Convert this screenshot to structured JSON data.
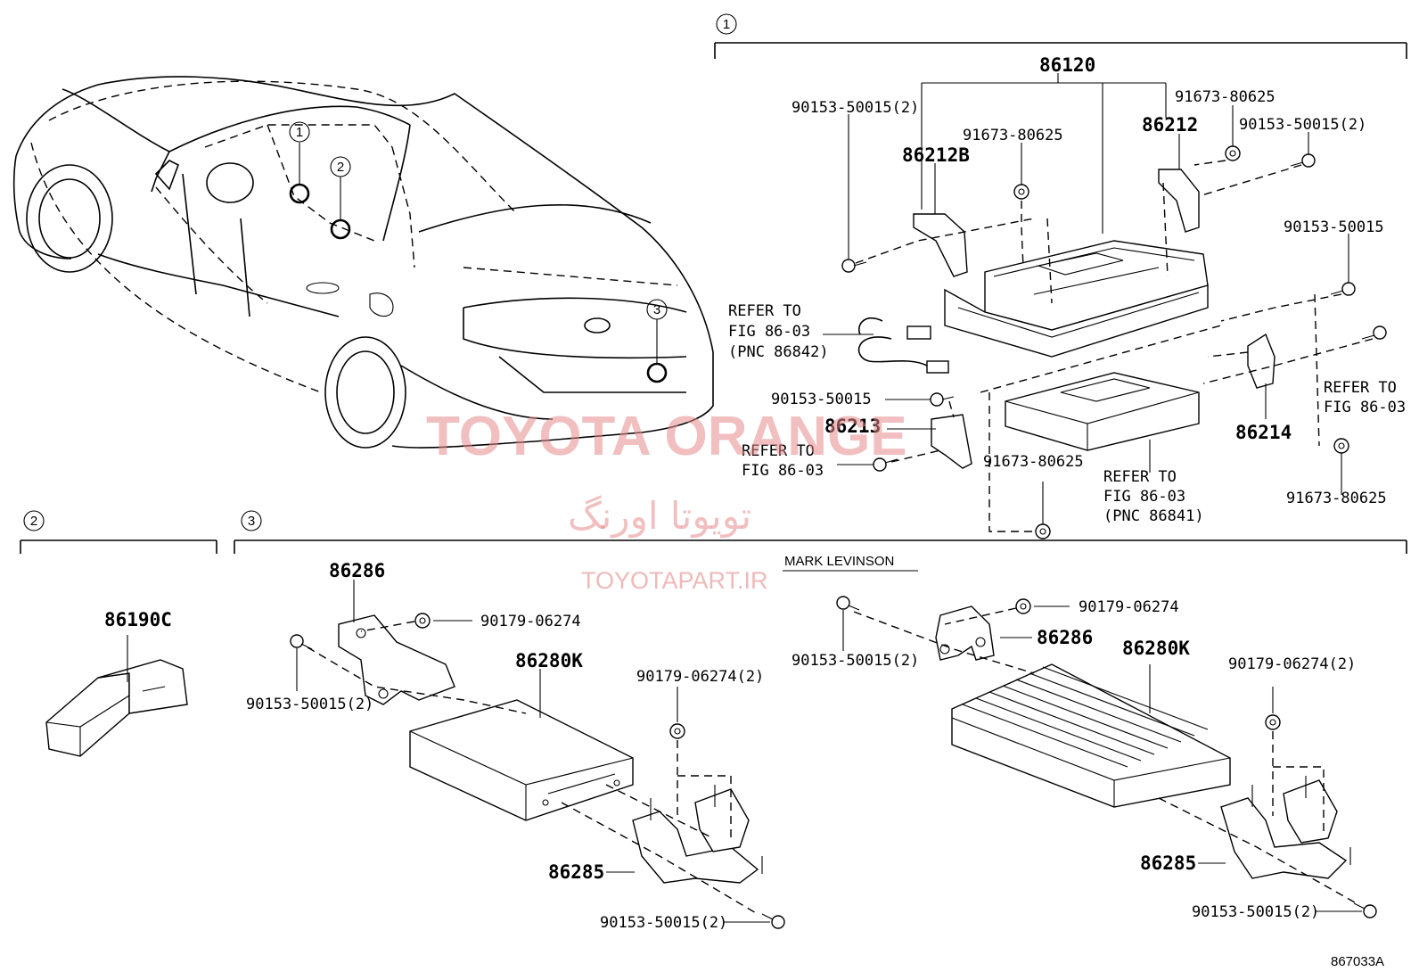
{
  "sections": {
    "one": {
      "marker": "1"
    },
    "two": {
      "marker": "2"
    },
    "three": {
      "marker": "3",
      "variant_label": "MARK LEVINSON"
    }
  },
  "car": {
    "markers": [
      "1",
      "2",
      "3"
    ]
  },
  "parts": {
    "p86120": "86120",
    "p90153_50015_2_a": "90153-50015(2)",
    "p91673_80625_a": "91673-80625",
    "p86212B": "86212B",
    "p91673_80625_b": "91673-80625",
    "p86212": "86212",
    "p90153_50015_2_b": "90153-50015(2)",
    "p90153_50015_c": "90153-50015",
    "p90153_50015_d": "90153-50015",
    "p86213": "86213",
    "p91673_80625_c": "91673-80625",
    "p86214": "86214",
    "p91673_80625_d": "91673-80625",
    "p86190C": "86190C",
    "p86286_a": "86286",
    "p90179_06274_a": "90179-06274",
    "p90153_50015_2_e": "90153-50015(2)",
    "p86280K_a": "86280K",
    "p90179_06274_2_a": "90179-06274(2)",
    "p86285_a": "86285",
    "p90153_50015_2_f": "90153-50015(2)",
    "p90179_06274_b": "90179-06274",
    "p90153_50015_2_g": "90153-50015(2)",
    "p86286_b": "86286",
    "p86280K_b": "86280K",
    "p90179_06274_2_b": "90179-06274(2)",
    "p86285_b": "86285",
    "p90153_50015_2_h": "90153-50015(2)"
  },
  "refs": {
    "ref_a": [
      "REFER TO",
      "FIG 86-03",
      "(PNC 86842)"
    ],
    "ref_b": [
      "REFER TO",
      "FIG 86-03"
    ],
    "ref_c": [
      "REFER TO",
      "FIG 86-03",
      "(PNC 86841)"
    ],
    "ref_d": [
      "REFER TO",
      "FIG 86-03"
    ]
  },
  "watermark": {
    "brand": "TOYOTA ORANGE",
    "brand_fa": "تویوتا اورنگ",
    "url": "TOYOTAPART.IR"
  },
  "figure_code": "867033A"
}
